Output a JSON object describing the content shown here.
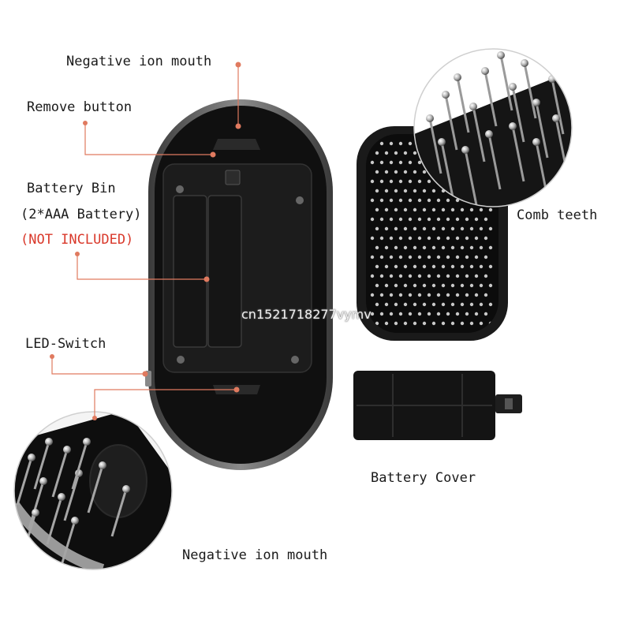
{
  "labels": {
    "ion_mouth_top": "Negative ion mouth",
    "remove_button": "Remove button",
    "battery_bin": "Battery Bin",
    "battery_type": "(2*AAA Battery)",
    "not_included": "(NOT INCLUDED)",
    "led_switch": "LED-Switch",
    "comb_teeth": "Comb teeth",
    "battery_cover": "Battery Cover",
    "ion_mouth_bottom": "Negative ion mouth"
  },
  "watermark": "cn1521718277vymv",
  "colors": {
    "leader": "#e07a5f",
    "warning": "#d9392b",
    "body": "#141414",
    "shell": "#6a6a6a"
  }
}
